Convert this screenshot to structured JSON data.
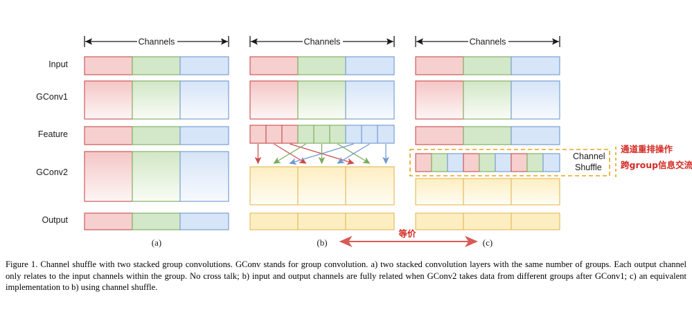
{
  "figure": {
    "axis_label": "Channels",
    "row_labels": [
      "Input",
      "GConv1",
      "Feature",
      "GConv2",
      "Output"
    ],
    "panel_labels": [
      "(a)",
      "(b)",
      "(c)"
    ],
    "channel_shuffle_label_line1": "Channel",
    "channel_shuffle_label_line2": "Shuffle",
    "annotations": {
      "equivalence_arrow_label": "等价",
      "handwritten_line1": "通道重排操作",
      "handwritten_line2": "跨group信息交流"
    },
    "colors": {
      "red_fill": "#f6cfcf",
      "red_stroke": "#cc4b4b",
      "green_fill": "#d3e8c8",
      "green_stroke": "#7aab5b",
      "blue_fill": "#d6e5f8",
      "blue_stroke": "#6f98cf",
      "yellow_fill": "#fdeec2",
      "yellow_stroke": "#e3b755",
      "dashed_box_stroke": "#e8a317",
      "annotation_red": "#d42b24",
      "axis_black": "#1a1a1a"
    },
    "groups_per_row": 3,
    "subcells_per_group": 3,
    "shuffle_order": [
      "red",
      "green",
      "blue",
      "red",
      "green",
      "blue",
      "red",
      "green",
      "blue"
    ]
  },
  "caption": {
    "text": "Figure 1. Channel shuffle with two stacked group convolutions. GConv stands for group convolution. a) two stacked convolution layers with the same number of groups. Each output channel only relates to the input channels within the group. No cross talk; b) input and output channels are fully related when GConv2 takes data from different groups after GConv1; c) an equivalent implementation to b) using channel shuffle."
  }
}
